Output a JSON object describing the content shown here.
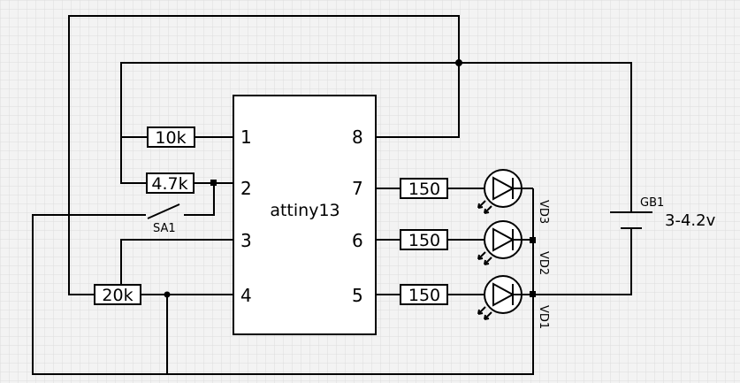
{
  "chip": {
    "label": "attiny13",
    "pins": [
      "1",
      "2",
      "3",
      "4",
      "5",
      "6",
      "7",
      "8"
    ]
  },
  "resistors": {
    "r10k": "10k",
    "r47k": "4.7k",
    "r20k": "20k",
    "r150a": "150",
    "r150b": "150",
    "r150c": "150"
  },
  "switch": {
    "label": "SA1"
  },
  "leds": {
    "vd1": "VD1",
    "vd2": "VD2",
    "vd3": "VD3"
  },
  "battery": {
    "label": "GB1",
    "voltage": "3-4.2v"
  },
  "colors": {
    "background": "#f3f3f3",
    "grid": "#dcdcdc",
    "wire": "#000000"
  }
}
